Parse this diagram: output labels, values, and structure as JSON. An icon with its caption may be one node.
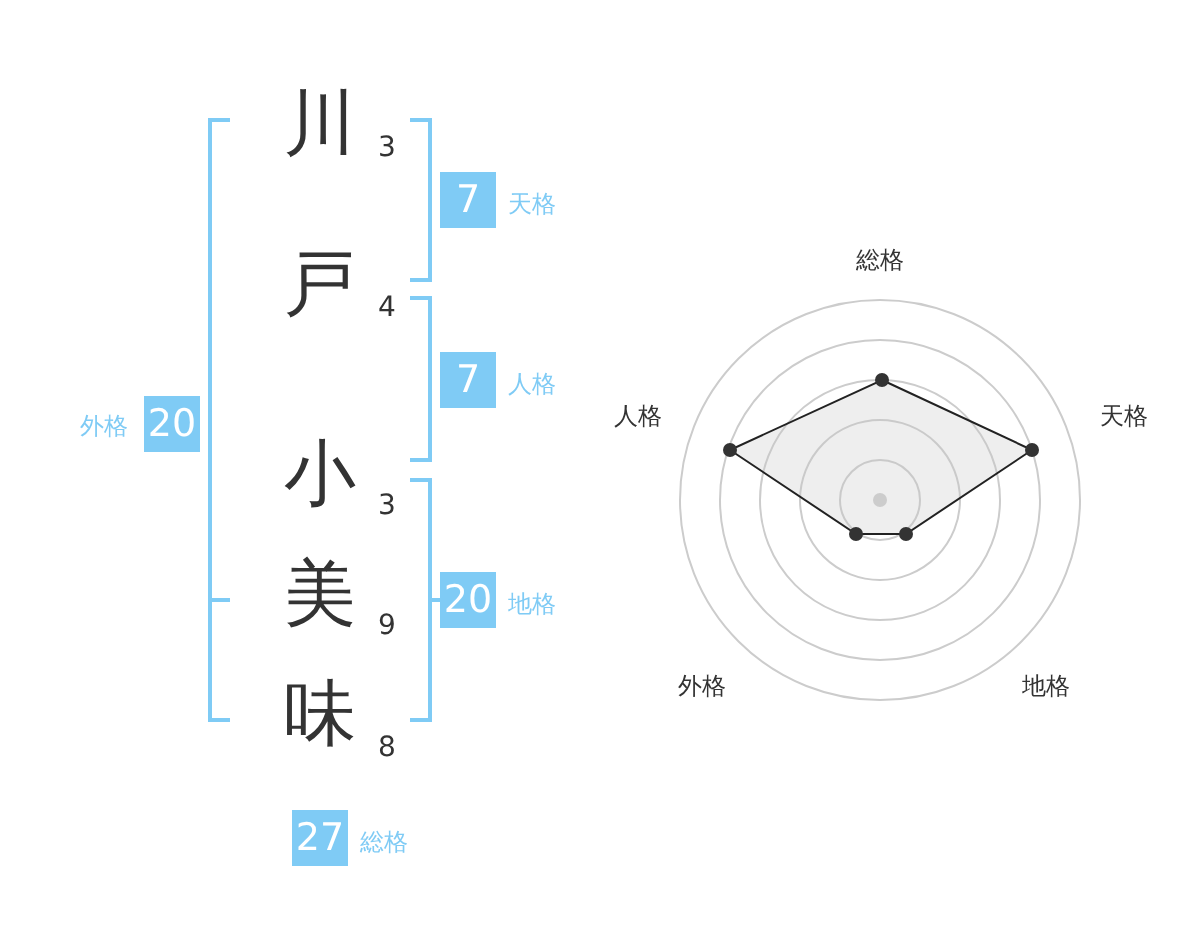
{
  "diagram": {
    "nodes": [
      {
        "text": [
          "7"
        ],
        "beside": [
          "天格"
        ]
      },
      {
        "text": [
          "7"
        ],
        "beside": [
          "人格"
        ]
      },
      {
        "text": [
          "20"
        ],
        "beside": [
          "外格"
        ]
      },
      {
        "text": [
          "20"
        ],
        "beside": [
          "地格"
        ]
      },
      {
        "text": [
          "27"
        ],
        "beside": [
          "総格"
        ]
      }
    ],
    "labels": [
      "川",
      "3",
      "戸",
      "4",
      "小",
      "3",
      "美",
      "9",
      "味",
      "8",
      "総格",
      "人格",
      "天格",
      "外格",
      "地格"
    ]
  }
}
